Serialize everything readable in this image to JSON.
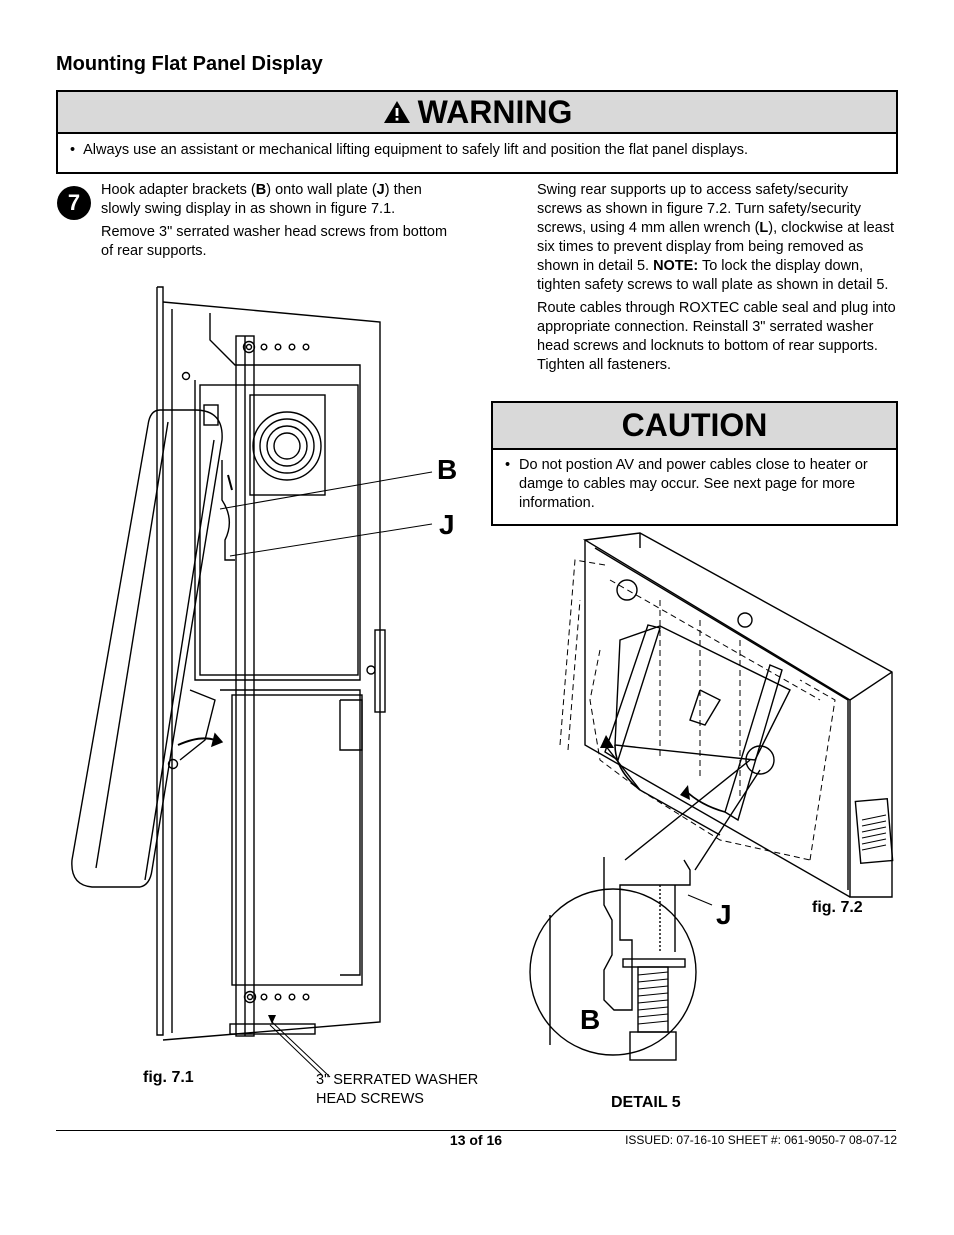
{
  "section_title": "Mounting Flat Panel Display",
  "warning": {
    "heading": "WARNING",
    "bullet": "Always use an assistant or mechanical lifting equipment to safely lift and position the flat panel displays."
  },
  "step": {
    "number": "7",
    "left_p1": [
      "Hook adapter brackets (",
      "B",
      ") onto wall plate (",
      "J",
      ") then slowly swing display in as shown in figure 7.1."
    ],
    "left_p2": "Remove 3\" serrated washer head screws from bottom of rear supports.",
    "right_p1": [
      "Swing rear supports up to access safety/security screws as shown in figure 7.2. Turn safety/security screws, using 4 mm allen wrench (",
      "L",
      "), clockwise at least six times to prevent display from being removed as shown in detail 5. ",
      "NOTE:",
      " To lock the display down, tighten safety screws to wall plate as shown in detail 5."
    ],
    "right_p2": "Route cables through ROXTEC cable seal and plug into appropriate connection. Reinstall 3\" serrated washer head screws and locknuts to bottom of rear supports. Tighten all fasteners."
  },
  "caution": {
    "heading": "CAUTION",
    "bullet": "Do not postion AV and power cables close to heater or damge to cables may occur. See next page for more information."
  },
  "figures": {
    "fig71_label": "fig. 7.1",
    "fig72_label": "fig. 7.2",
    "detail5_label": "DETAIL 5",
    "callout_b": "B",
    "callout_j": "J",
    "screws_callout_line1": "3\" SERRATED WASHER",
    "screws_callout_line2": "HEAD SCREWS",
    "detail_j": "J",
    "detail_b": "B"
  },
  "footer": {
    "page": "13 of 16",
    "issued": "ISSUED: 07-16-10  SHEET #: 061-9050-7   08-07-12"
  }
}
